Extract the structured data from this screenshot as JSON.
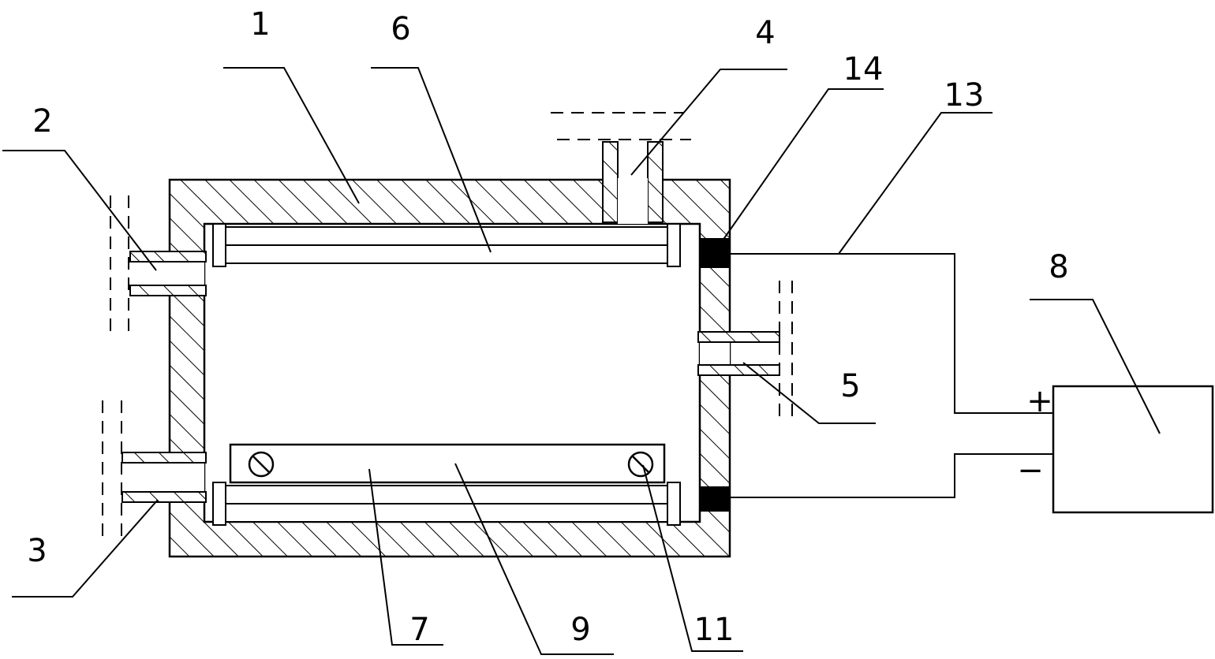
{
  "labels": {
    "l1": "1",
    "l2": "2",
    "l3": "3",
    "l4": "4",
    "l5": "5",
    "l6": "6",
    "l7": "7",
    "l8": "8",
    "l9": "9",
    "l11": "11",
    "l13": "13",
    "l14": "14"
  },
  "polarity": {
    "plus": "+",
    "minus": "−"
  }
}
